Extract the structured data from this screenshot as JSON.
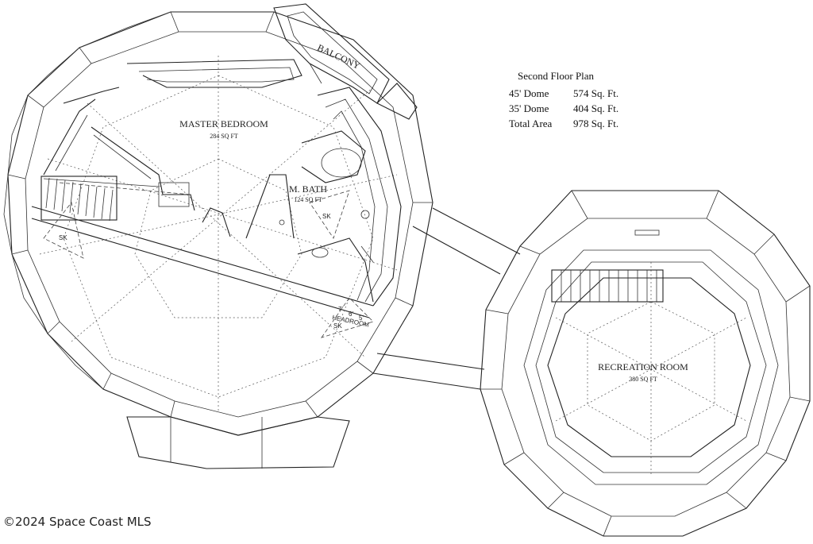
{
  "plan": {
    "title": "Second Floor Plan",
    "areas": [
      {
        "label": "45' Dome",
        "value": "574 Sq. Ft."
      },
      {
        "label": "35' Dome",
        "value": "404 Sq. Ft."
      },
      {
        "label": "Total Area",
        "value": "978 Sq. Ft."
      }
    ]
  },
  "rooms": {
    "master_bedroom": {
      "name": "MASTER BEDROOM",
      "area": "284 SQ FT"
    },
    "balcony": {
      "name": "BALCONY"
    },
    "m_bath": {
      "name": "M. BATH",
      "area": "124 SQ FT"
    },
    "recreation": {
      "name": "RECREATION ROOM",
      "area": "380 SQ FT"
    }
  },
  "annotations": {
    "sk1": "SK",
    "sk2": "SK",
    "sk3": "SK",
    "headroom": "HEADROOM",
    "h7": "7'",
    "h6": "6'",
    "h5": "5'"
  },
  "watermark": "©2024 Space Coast MLS"
}
